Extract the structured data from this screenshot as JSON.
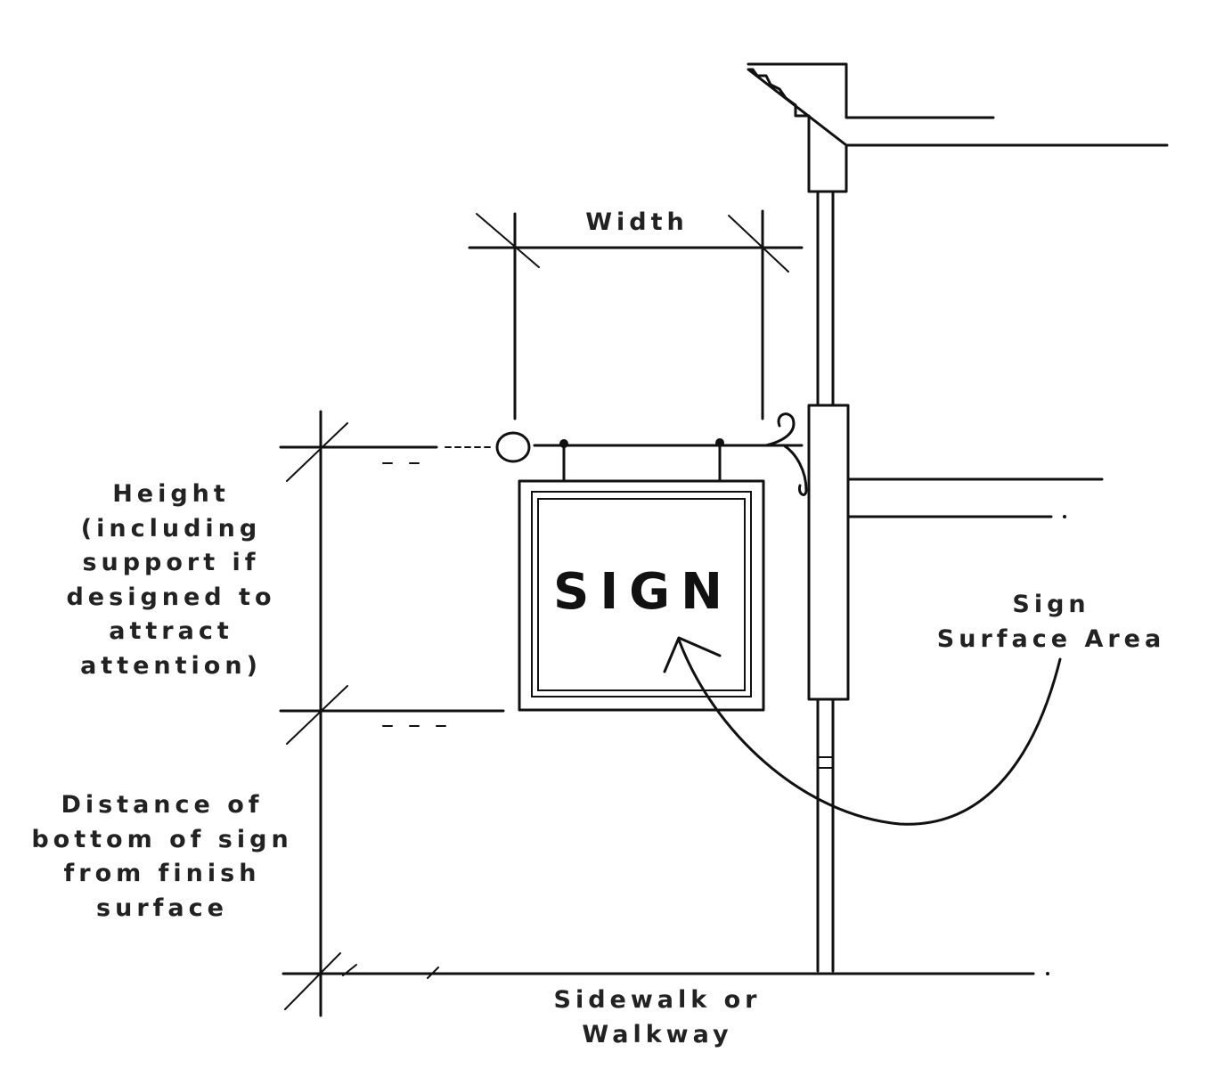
{
  "diagram": {
    "sign_text": "SIGN",
    "width_label": "Width",
    "height_label": [
      "Height",
      "(including",
      "support if",
      "designed to",
      "attract",
      "attention)"
    ],
    "distance_label": [
      "Distance of",
      "bottom of sign",
      "from finish",
      "surface"
    ],
    "surface_label": [
      "Sign",
      "Surface Area"
    ],
    "ground_label": [
      "Sidewalk or",
      "Walkway"
    ]
  }
}
